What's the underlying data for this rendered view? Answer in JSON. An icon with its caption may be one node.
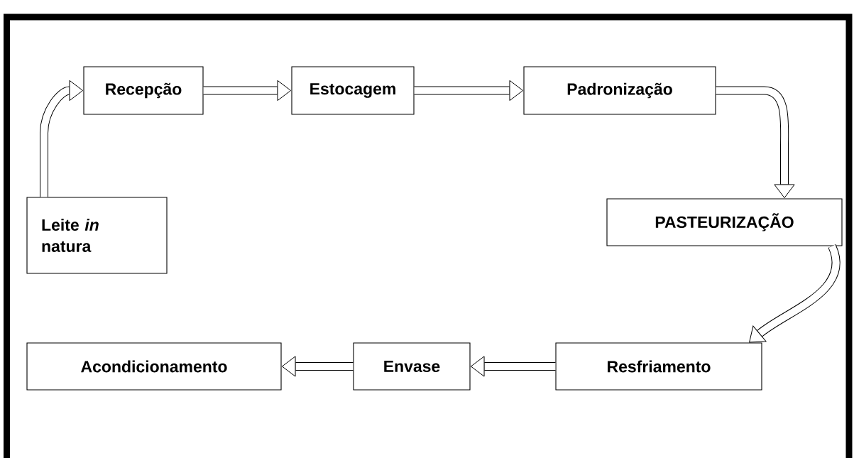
{
  "diagram": {
    "nodes": [
      {
        "text": [
          "Leite *in* natura"
        ]
      },
      {
        "text": [
          "Recepção"
        ]
      },
      {
        "text": [
          "Estocagem"
        ]
      },
      {
        "text": [
          "Padronização"
        ]
      },
      {
        "text": [
          "PASTEURIZAÇÃO"
        ]
      },
      {
        "text": [
          "Resfriamento"
        ]
      },
      {
        "text": [
          "Envase"
        ]
      },
      {
        "text": [
          "Acondicionamento"
        ]
      }
    ],
    "edges": [
      {
        "from": 0,
        "to": 1,
        "arrow": "to"
      },
      {
        "from": 1,
        "to": 2,
        "arrow": "to"
      },
      {
        "from": 2,
        "to": 3,
        "arrow": "to"
      },
      {
        "from": 3,
        "to": 4,
        "arrow": "to"
      },
      {
        "from": 4,
        "to": 5,
        "arrow": "to"
      },
      {
        "from": 5,
        "to": 6,
        "arrow": "to"
      },
      {
        "from": 6,
        "to": 7,
        "arrow": "to"
      }
    ]
  }
}
